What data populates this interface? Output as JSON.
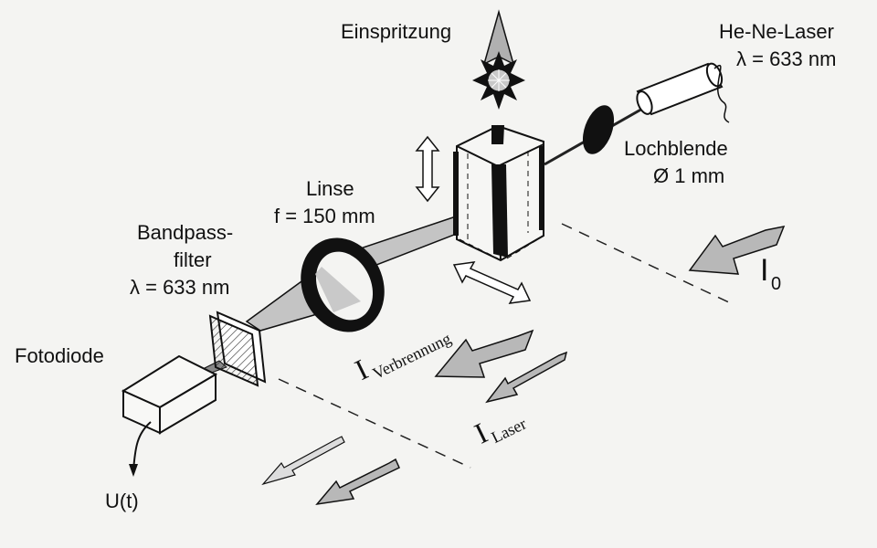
{
  "labels": {
    "injection": "Einspritzung",
    "laser_name": "He-Ne-Laser",
    "laser_wavelength": "λ = 633 nm",
    "aperture_name": "Lochblende",
    "aperture_size": "Ø 1 mm",
    "lens_name": "Linse",
    "lens_focal": "f = 150 mm",
    "filter_line1": "Bandpass-",
    "filter_line2": "filter",
    "filter_wavelength": "λ = 633 nm",
    "photodiode": "Fotodiode",
    "signal": "U(t)",
    "i0_symbol": "I",
    "i0_sub": "0",
    "i_comb_symbol": "I",
    "i_comb_sub": "Verbrennung",
    "i_laser_symbol": "I",
    "i_laser_sub": "Laser"
  },
  "colors": {
    "ink": "#111111",
    "grey_fill": "#b8b8b8",
    "light_fill": "#e8e8e6",
    "background": "#f4f4f2"
  }
}
